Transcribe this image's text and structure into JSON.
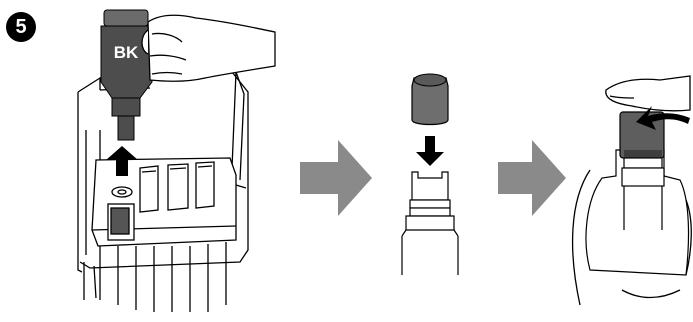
{
  "step": {
    "number": "5"
  },
  "bottle_label": "BK",
  "colors": {
    "ink_bottle": "#4d4d4d",
    "ink_cap": "#6e6e6e",
    "process_arrow": "#8a8a8a",
    "line": "#000000",
    "background": "#ffffff"
  },
  "icons": [
    "step-number-badge",
    "ink-bottle-icon",
    "up-arrow-icon",
    "down-arrow-icon",
    "right-arrow-icon",
    "rotate-cap-arrow-icon",
    "hand-icon"
  ]
}
